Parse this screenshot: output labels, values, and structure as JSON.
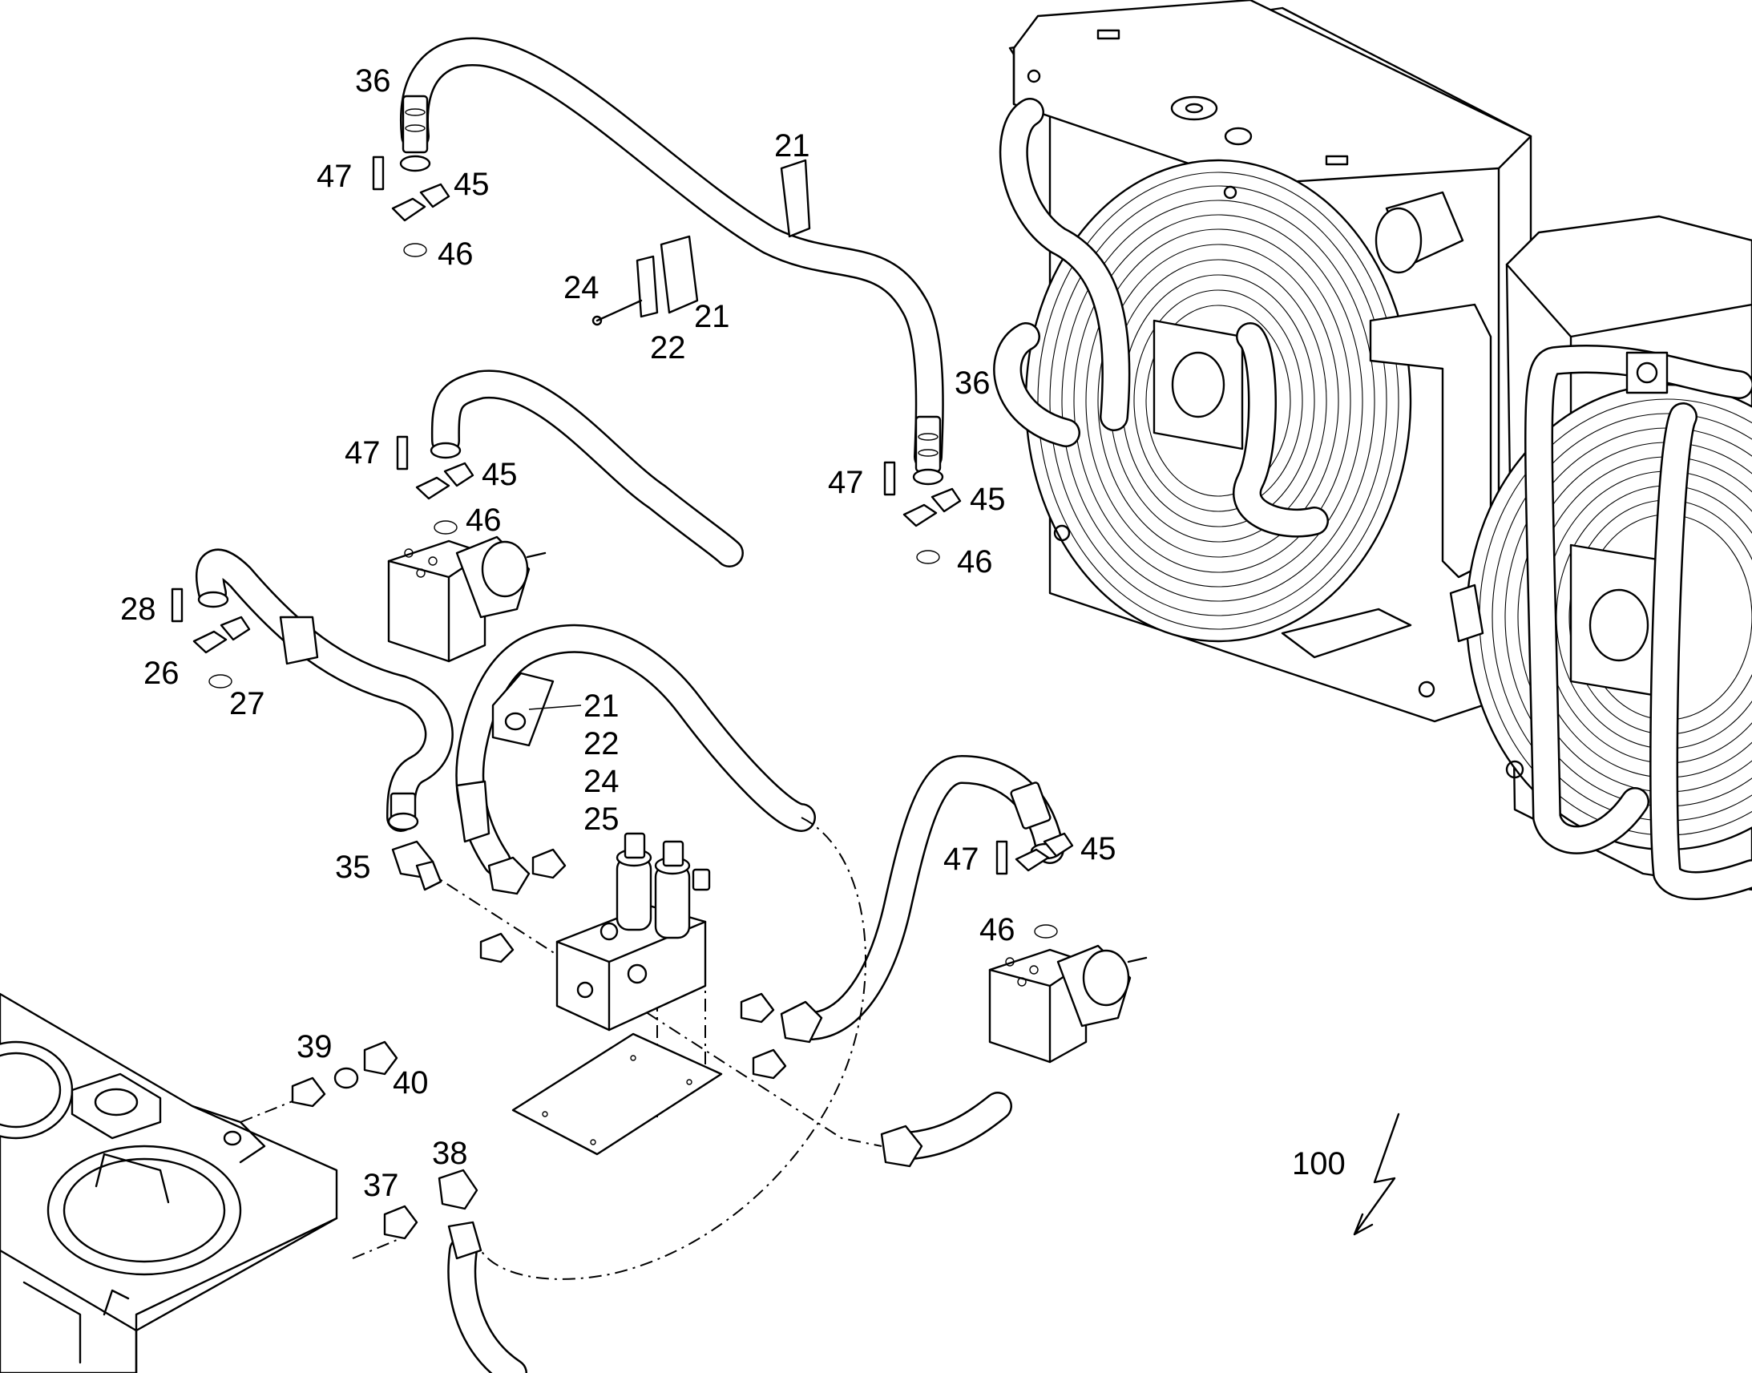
{
  "labels": [
    {
      "id": "l36a",
      "text": "36"
    },
    {
      "id": "l47a",
      "text": "47"
    },
    {
      "id": "l45a",
      "text": "45"
    },
    {
      "id": "l46a",
      "text": "46"
    },
    {
      "id": "l21a",
      "text": "21"
    },
    {
      "id": "l24a",
      "text": "24"
    },
    {
      "id": "l21b",
      "text": "21"
    },
    {
      "id": "l22a",
      "text": "22"
    },
    {
      "id": "l36b",
      "text": "36"
    },
    {
      "id": "l47b",
      "text": "47"
    },
    {
      "id": "l45b",
      "text": "45"
    },
    {
      "id": "l46b",
      "text": "46"
    },
    {
      "id": "l47c",
      "text": "47"
    },
    {
      "id": "l45c",
      "text": "45"
    },
    {
      "id": "l46c",
      "text": "46"
    },
    {
      "id": "l28",
      "text": "28"
    },
    {
      "id": "l26",
      "text": "26"
    },
    {
      "id": "l27",
      "text": "27"
    },
    {
      "id": "l21c",
      "text": "21"
    },
    {
      "id": "l22b",
      "text": "22"
    },
    {
      "id": "l24b",
      "text": "24"
    },
    {
      "id": "l25",
      "text": "25"
    },
    {
      "id": "l35",
      "text": "35"
    },
    {
      "id": "l47d",
      "text": "47"
    },
    {
      "id": "l45d",
      "text": "45"
    },
    {
      "id": "l46d",
      "text": "46"
    },
    {
      "id": "l39",
      "text": "39"
    },
    {
      "id": "l40",
      "text": "40"
    },
    {
      "id": "l38",
      "text": "38"
    },
    {
      "id": "l37",
      "text": "37"
    },
    {
      "id": "l100",
      "text": "100"
    }
  ]
}
